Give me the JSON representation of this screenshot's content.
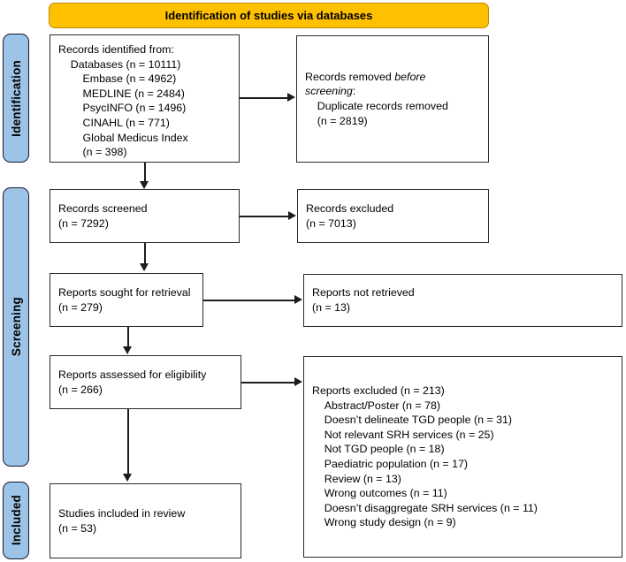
{
  "diagram": {
    "title": "Identification of studies via databases",
    "type": "prisma-flow-diagram"
  },
  "colors": {
    "banner": "#FFC000",
    "stage_pill": "#9DC3E6",
    "box_border": "#2B2B2B",
    "connector": "#1C1C1C",
    "page_background": "#FFFFFF"
  },
  "stages": [
    {
      "id": "identification",
      "label": "Identification"
    },
    {
      "id": "screening",
      "label": "Screening"
    },
    {
      "id": "included",
      "label": "Included"
    }
  ],
  "boxes": {
    "records_identified": {
      "id": "records-identified",
      "text": "Records identified from:\n    Databases (n = 10111)\n        Embase (n = 4962)\n        MEDLINE (n = 2484)\n        PsycINFO (n = 1496)\n        CINAHL (n = 771)\n        Global Medicus Index\n        (n = 398)"
    },
    "records_removed": {
      "id": "records-removed-before-screening",
      "line1_pre": "Records removed ",
      "line1_em": "before",
      "line2_em": "screening",
      "line2_post": ":",
      "line3": "    Duplicate records removed",
      "line4": "    (n = 2819)"
    },
    "records_screened": {
      "id": "records-screened",
      "text": "Records screened\n(n = 7292)"
    },
    "records_excluded": {
      "id": "records-excluded",
      "text": "Records excluded\n(n = 7013)"
    },
    "reports_sought": {
      "id": "reports-sought-for-retrieval",
      "text": "Reports sought for retrieval\n(n = 279)"
    },
    "reports_not_retrieved": {
      "id": "reports-not-retrieved",
      "text": "Reports not retrieved\n(n = 13)"
    },
    "reports_assessed": {
      "id": "reports-assessed-for-eligibility",
      "text": "Reports assessed for eligibility\n(n = 266)"
    },
    "reports_excluded": {
      "id": "reports-excluded-with-reasons",
      "text": "Reports excluded (n = 213)\n    Abstract/Poster (n = 78)\n    Doesn’t delineate TGD people (n = 31)\n    Not relevant SRH services (n = 25)\n    Not TGD people (n = 18)\n    Paediatric population (n = 17)\n    Review (n = 13)\n    Wrong outcomes (n = 11)\n    Doesn’t disaggregate SRH services (n = 11)\n    Wrong study design (n = 9)"
    },
    "studies_included": {
      "id": "studies-included-in-review",
      "text": "Studies included in review\n(n = 53)"
    }
  },
  "chart_data": {
    "type": "flow",
    "title": "Identification of studies via databases",
    "nodes": [
      {
        "stage": "Identification",
        "label": "Records identified from: Databases",
        "n": 10111,
        "sources": [
          {
            "name": "Embase",
            "n": 4962
          },
          {
            "name": "MEDLINE",
            "n": 2484
          },
          {
            "name": "PsycINFO",
            "n": 1496
          },
          {
            "name": "CINAHL",
            "n": 771
          },
          {
            "name": "Global Medicus Index",
            "n": 398
          }
        ]
      },
      {
        "stage": "Identification",
        "label": "Duplicate records removed before screening",
        "n": 2819
      },
      {
        "stage": "Screening",
        "label": "Records screened",
        "n": 7292
      },
      {
        "stage": "Screening",
        "label": "Records excluded",
        "n": 7013
      },
      {
        "stage": "Screening",
        "label": "Reports sought for retrieval",
        "n": 279
      },
      {
        "stage": "Screening",
        "label": "Reports not retrieved",
        "n": 13
      },
      {
        "stage": "Screening",
        "label": "Reports assessed for eligibility",
        "n": 266
      },
      {
        "stage": "Screening",
        "label": "Reports excluded",
        "n": 213,
        "reasons": [
          {
            "reason": "Abstract/Poster",
            "n": 78
          },
          {
            "reason": "Doesn’t delineate TGD people",
            "n": 31
          },
          {
            "reason": "Not relevant SRH services",
            "n": 25
          },
          {
            "reason": "Not TGD people",
            "n": 18
          },
          {
            "reason": "Paediatric population",
            "n": 17
          },
          {
            "reason": "Review",
            "n": 13
          },
          {
            "reason": "Wrong outcomes",
            "n": 11
          },
          {
            "reason": "Doesn’t disaggregate SRH services",
            "n": 11
          },
          {
            "reason": "Wrong study design",
            "n": 9
          }
        ]
      },
      {
        "stage": "Included",
        "label": "Studies included in review",
        "n": 53
      }
    ]
  }
}
